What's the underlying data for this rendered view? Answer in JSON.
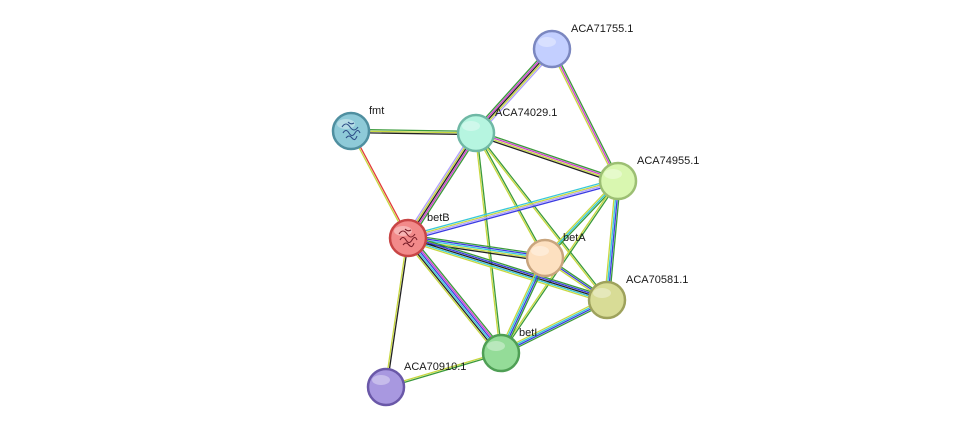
{
  "network": {
    "nodes": [
      {
        "id": "fmt",
        "label": "fmt",
        "color": "#8ecad8",
        "stroke": "#4f8fa0",
        "has_structure": true
      },
      {
        "id": "ACA74029.1",
        "label": "ACA74029.1",
        "color": "#b6f5e0",
        "stroke": "#6fb8a5",
        "has_structure": false
      },
      {
        "id": "ACA71755.1",
        "label": "ACA71755.1",
        "color": "#c3cfff",
        "stroke": "#7b87c0",
        "has_structure": false
      },
      {
        "id": "ACA74955.1",
        "label": "ACA74955.1",
        "color": "#d9f7b0",
        "stroke": "#9cbf73",
        "has_structure": false
      },
      {
        "id": "betB",
        "label": "betB",
        "color": "#f28a8a",
        "stroke": "#c84545",
        "has_structure": true
      },
      {
        "id": "betA",
        "label": "betA",
        "color": "#fde0c0",
        "stroke": "#c9a57e",
        "has_structure": false
      },
      {
        "id": "ACA70581.1",
        "label": "ACA70581.1",
        "color": "#d8dc96",
        "stroke": "#9ea25c",
        "has_structure": false
      },
      {
        "id": "betI",
        "label": "betI",
        "color": "#94dc98",
        "stroke": "#4f9f55",
        "has_structure": false
      },
      {
        "id": "ACA70910.1",
        "label": "ACA70910.1",
        "color": "#a898e0",
        "stroke": "#6a58a8",
        "has_structure": false
      }
    ],
    "evidence_colors": {
      "neighborhood": "#3a9a3a",
      "gene_fusion": "#e23a3a",
      "cooccurrence": "#3a3ae0",
      "coexpression": "#222222",
      "experimental": "#d040d0",
      "database": "#38c8d8",
      "textmining": "#c8d840",
      "homology": "#b0a0ff"
    },
    "edges": [
      {
        "source": "fmt",
        "target": "ACA74029.1",
        "channels": [
          "neighborhood",
          "textmining",
          "coexpression"
        ]
      },
      {
        "source": "fmt",
        "target": "betB",
        "channels": [
          "gene_fusion",
          "textmining"
        ]
      },
      {
        "source": "ACA74029.1",
        "target": "ACA71755.1",
        "channels": [
          "neighborhood",
          "experimental",
          "coexpression",
          "textmining",
          "homology"
        ]
      },
      {
        "source": "ACA74029.1",
        "target": "ACA74955.1",
        "channels": [
          "neighborhood",
          "experimental",
          "textmining",
          "coexpression"
        ]
      },
      {
        "source": "ACA74029.1",
        "target": "betB",
        "channels": [
          "neighborhood",
          "experimental",
          "coexpression",
          "textmining",
          "homology"
        ]
      },
      {
        "source": "ACA74029.1",
        "target": "betA",
        "channels": [
          "neighborhood",
          "textmining"
        ]
      },
      {
        "source": "ACA74029.1",
        "target": "ACA70581.1",
        "channels": [
          "neighborhood",
          "textmining"
        ]
      },
      {
        "source": "ACA74029.1",
        "target": "betI",
        "channels": [
          "neighborhood",
          "textmining"
        ]
      },
      {
        "source": "ACA71755.1",
        "target": "ACA74955.1",
        "channels": [
          "neighborhood",
          "experimental",
          "textmining"
        ]
      },
      {
        "source": "ACA74955.1",
        "target": "betB",
        "channels": [
          "cooccurrence",
          "homology",
          "textmining",
          "database"
        ]
      },
      {
        "source": "ACA74955.1",
        "target": "betA",
        "channels": [
          "neighborhood",
          "database",
          "textmining"
        ]
      },
      {
        "source": "ACA74955.1",
        "target": "ACA70581.1",
        "channels": [
          "neighborhood",
          "cooccurrence",
          "database",
          "textmining"
        ]
      },
      {
        "source": "ACA74955.1",
        "target": "betI",
        "channels": [
          "neighborhood",
          "textmining"
        ]
      },
      {
        "source": "betB",
        "target": "betA",
        "channels": [
          "neighborhood",
          "cooccurrence",
          "database",
          "textmining",
          "coexpression"
        ]
      },
      {
        "source": "betB",
        "target": "ACA70581.1",
        "channels": [
          "neighborhood",
          "cooccurrence",
          "coexpression",
          "database",
          "textmining"
        ]
      },
      {
        "source": "betB",
        "target": "betI",
        "channels": [
          "neighborhood",
          "experimental",
          "cooccurrence",
          "database",
          "coexpression",
          "textmining"
        ]
      },
      {
        "source": "betB",
        "target": "ACA70910.1",
        "channels": [
          "coexpression",
          "textmining"
        ]
      },
      {
        "source": "betA",
        "target": "ACA70581.1",
        "channels": [
          "neighborhood",
          "cooccurrence",
          "textmining"
        ]
      },
      {
        "source": "betA",
        "target": "betI",
        "channels": [
          "neighborhood",
          "cooccurrence",
          "database",
          "textmining"
        ]
      },
      {
        "source": "ACA70581.1",
        "target": "betI",
        "channels": [
          "neighborhood",
          "cooccurrence",
          "database",
          "textmining"
        ]
      },
      {
        "source": "betI",
        "target": "ACA70910.1",
        "channels": [
          "neighborhood",
          "textmining"
        ]
      }
    ]
  }
}
